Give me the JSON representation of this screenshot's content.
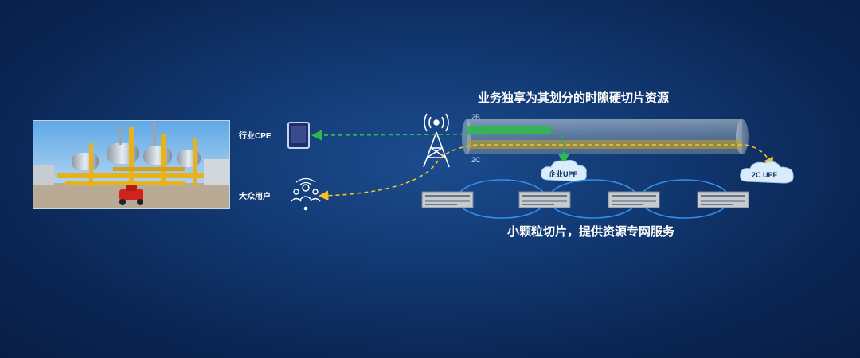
{
  "diagram": {
    "top_caption": "业务独享为其划分的时隙硬切片资源",
    "bottom_caption": "小颗粒切片，提供资源专网服务",
    "industry_cpe_label": "行业CPE",
    "public_user_label": "大众用户",
    "lane_2b_label": "2B",
    "lane_2c_label": "2C",
    "enterprise_upf_label": "企业UPF",
    "consumer_upf_label": "2C UPF",
    "server_count": 4,
    "colors": {
      "green_path": "#2fb84f",
      "yellow_path": "#f2c12e",
      "pipe": "#9fb4c8",
      "ring": "#2f8ff0",
      "cloud": "#d9ecfb"
    },
    "icons": [
      "factory-photo",
      "monitor-icon",
      "people-icon",
      "tower-icon",
      "cloud-icon",
      "server-icon"
    ]
  }
}
